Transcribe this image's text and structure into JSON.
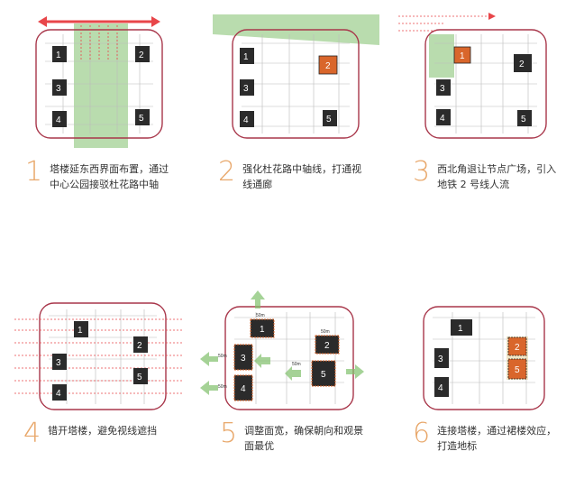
{
  "panels": [
    {
      "number": "1",
      "caption": "塔楼延东西界面布置，通过中心公园接驳杜花路中轴",
      "towers": [
        "1",
        "2",
        "3",
        "4",
        "5"
      ]
    },
    {
      "number": "2",
      "caption": "强化杜花路中轴线，打通视线通廊",
      "towers": [
        "1",
        "2",
        "3",
        "4",
        "5"
      ]
    },
    {
      "number": "3",
      "caption": "西北角退让节点广场，引入地铁 2 号线人流",
      "towers": [
        "1",
        "2",
        "3",
        "4",
        "5"
      ]
    },
    {
      "number": "4",
      "caption": "错开塔楼，避免视线遮挡",
      "towers": [
        "1",
        "2",
        "3",
        "4",
        "5"
      ]
    },
    {
      "number": "5",
      "caption": "调整面宽，确保朝向和观景面最优",
      "towers": [
        "1",
        "2",
        "3",
        "4",
        "5"
      ],
      "dims": [
        "50m",
        "50m",
        "50m",
        "50m",
        "50m"
      ]
    },
    {
      "number": "6",
      "caption": "连接塔楼，通过裙楼效应，打造地标",
      "towers": [
        "1",
        "2",
        "3",
        "4",
        "5"
      ]
    }
  ],
  "colors": {
    "tower": "#2b2b2b",
    "highlight": "#d9662b",
    "boundary": "#a8364a",
    "green": "#7fc06b",
    "arrow": "#e8464a",
    "number": "#e8a76a"
  }
}
